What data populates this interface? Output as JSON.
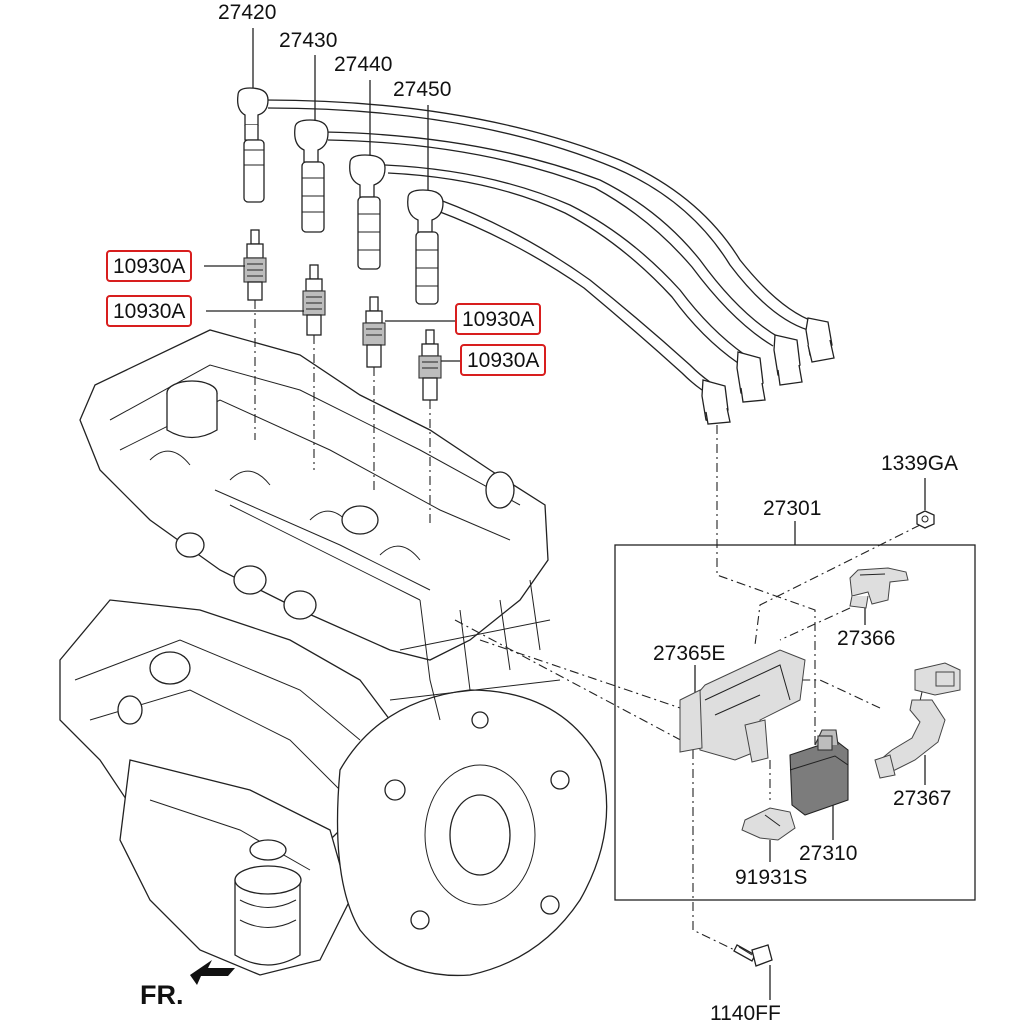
{
  "labels": {
    "p27420": "27420",
    "p27430": "27430",
    "p27440": "27440",
    "p27450": "27450",
    "spark1": "10930A",
    "spark2": "10930A",
    "spark3": "10930A",
    "spark4": "10930A",
    "p1339GA": "1339GA",
    "p27301": "27301",
    "p27366": "27366",
    "p27365E": "27365E",
    "p27367": "27367",
    "p27310": "27310",
    "p91931S": "91931S",
    "p1140FF": "1140FF",
    "front": "FR."
  },
  "colors": {
    "highlight_box": "#d81e1e",
    "line_art": "#222222",
    "part_gray": "#bdbdbd"
  }
}
